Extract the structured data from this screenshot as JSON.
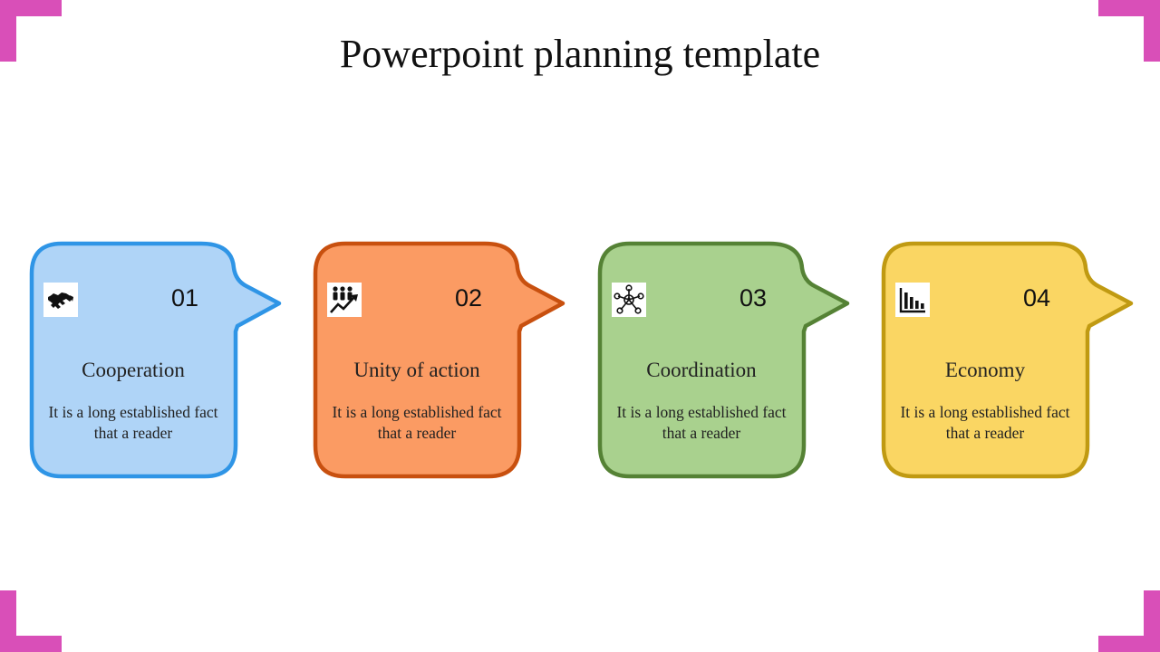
{
  "title": "Powerpoint planning template",
  "accent_corner_color": "#d94fb8",
  "cards": [
    {
      "number": "01",
      "heading": "Cooperation",
      "description": "It is a long established fact that a reader",
      "icon": "handshake-icon",
      "fill": "#afd4f7",
      "stroke": "#2f95e6"
    },
    {
      "number": "02",
      "heading": "Unity of action",
      "description": "It is a long established fact that a reader",
      "icon": "team-growth-icon",
      "fill": "#fb9b63",
      "stroke": "#c8500f"
    },
    {
      "number": "03",
      "heading": "Coordination",
      "description": "It is a long established fact that a reader",
      "icon": "network-icon",
      "fill": "#a9d18e",
      "stroke": "#558235"
    },
    {
      "number": "04",
      "heading": "Economy",
      "description": "It is a long established fact that a reader",
      "icon": "bar-chart-icon",
      "fill": "#fad663",
      "stroke": "#c09a12"
    }
  ]
}
